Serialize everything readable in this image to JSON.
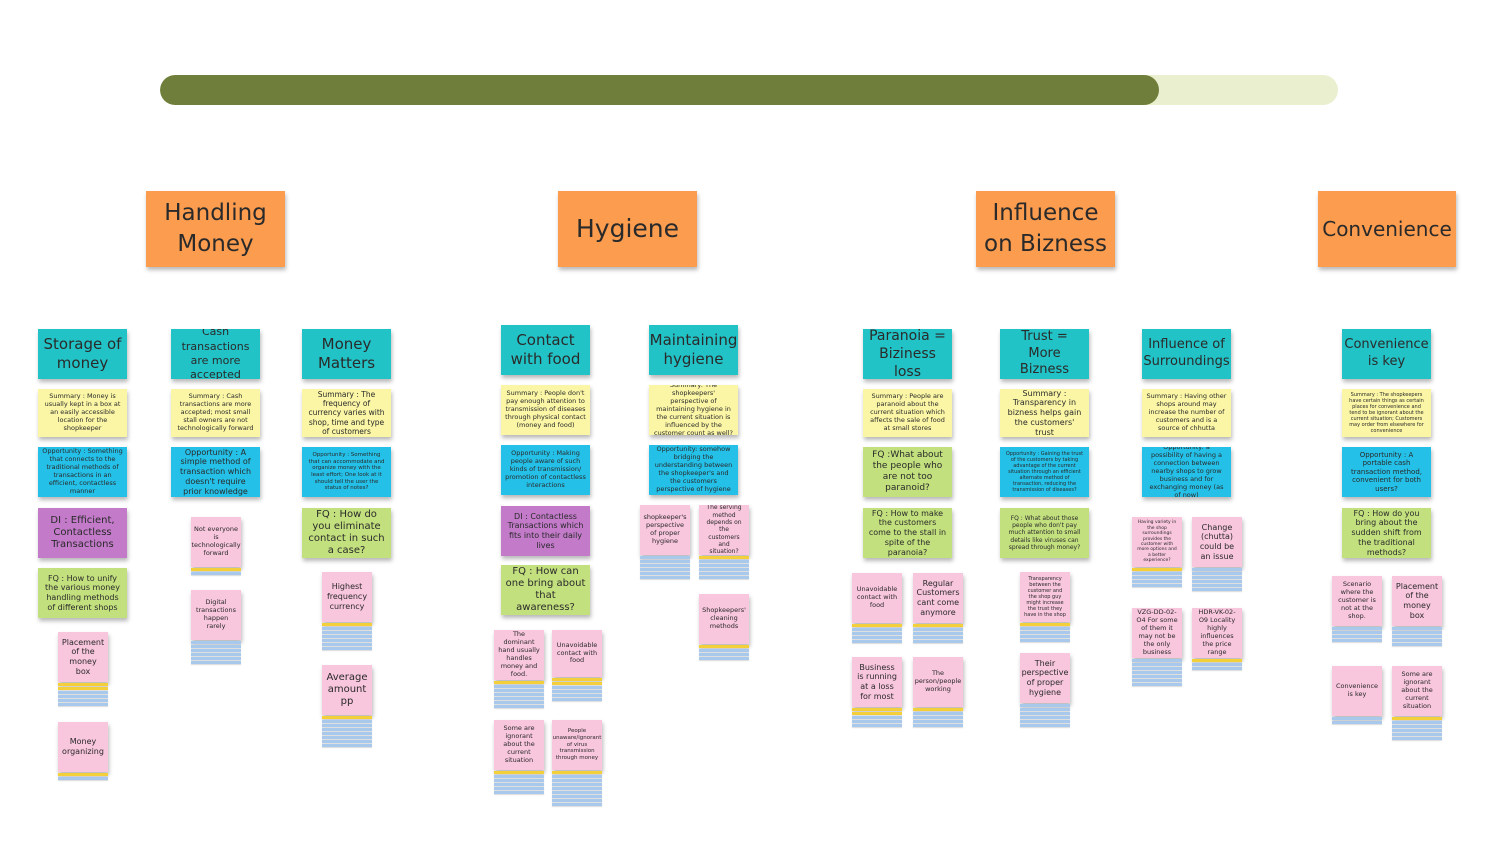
{
  "progress": {
    "fraction": 0.848
  },
  "colors": {
    "track": "#e9efcf",
    "fill": "#6f7f3b",
    "header": "#fb9c4f",
    "category": "#22c3c7",
    "summary": "#fbf6a6",
    "opportunity": "#24c0e8",
    "design_idea": "#c27ac9",
    "focus_question": "#c3e07e",
    "insight": "#f8c6dd",
    "stack_blue": "#a8c9ec",
    "stack_yellow": "#f3cf3c"
  },
  "headers": {
    "handling_money": "Handling Money",
    "hygiene": "Hygiene",
    "influence": "Influence on Bizness",
    "convenience": "Convenience"
  },
  "columns": {
    "storage": {
      "title": "Storage of money",
      "summary": "Summary : Money is usually kept in a box at an easily accessible location for the shopkeeper",
      "opportunity": "Opportunity : Something that connects to the traditional methods of transactions in an efficient, contactless manner",
      "di": "DI : Efficient, Contactless Transactions",
      "fq": "FQ : How to unify the various money handling methods of different shops",
      "notes": [
        "Placement of the money box",
        "Money organizing"
      ]
    },
    "cash": {
      "title": "Cash transactions are more accepted",
      "summary": "Summary : Cash transactions are more accepted; most small stall owners are not technologically forward",
      "opportunity": "Opportunity : A simple method of transaction which doesn't require prior knowledge",
      "notes": [
        "Not everyone is technologically forward",
        "Digital transactions happen rarely"
      ]
    },
    "money_matters": {
      "title": "Money Matters",
      "summary": "Summary : The frequency of currency varies with shop, time and type of customers",
      "opportunity": "Opportunity : Something that can accommodate and organize money with the least effort; One look at it should tell the user the status of notes?",
      "fq": "FQ : How do you eliminate contact in such a case?",
      "notes": [
        "Highest frequency currency",
        "Average amount pp"
      ]
    },
    "contact_food": {
      "title": "Contact with food",
      "summary": "Summary : People don't pay enough attention to transmission of diseases through physical contact (money and food)",
      "opportunity": "Opportunity : Making people aware of such kinds of transmission/ promotion of contactless interactions",
      "di": "DI : Contactless Transactions which fits into their daily lives",
      "fq": "FQ : How can one bring about that awareness?",
      "notes": [
        "The dominant hand usually handles money and food.",
        "Unavoidable contact with food",
        "Some are ignorant about the current situation",
        "People unaware/ignorant of virus transmission through money"
      ]
    },
    "maintaining": {
      "title": "Maintaining hygiene",
      "summary": "Summary: The shopkeepers' perspective of maintaining hygiene in the current situation is influenced by the customer count as well?",
      "opportunity": "Opportunity: somehow bridging the understanding between the shopkeeper's and the customers perspective of hygiene",
      "notes": [
        "shopkeeper's perspective of proper hygiene",
        "The serving method depends on the customers and situation?",
        "Shopkeepers' cleaning methods"
      ]
    },
    "paranoia": {
      "title": "Paranoia = Biziness loss",
      "summary": "Summary : People are paranoid about the current situation which affects the sale of food at small stores",
      "fq1": "FQ :What about the people who are not too paranoid?",
      "fq2": "FQ : How to make the customers come to the stall in spite of the paranoia?",
      "notes": [
        "Unavoidable contact with food",
        "Regular Customers cant come anymore",
        "Business is running at a loss for most",
        "The person/people working"
      ]
    },
    "trust": {
      "title": "Trust = More Bizness",
      "summary": "Summary : Transparency in bizness helps gain the customers' trust",
      "opportunity": "Opportunity : Gaining the trust of the customers by taking advantage of the current situation through an efficient alternate method of transaction, reducing the transmission of diseases?",
      "fq": "FQ : What about those people who don't pay much attention to small details like viruses can spread through money?",
      "notes": [
        "Transparency between the customer and the shop guy might increase the trust they have in the shop",
        "Their perspective of proper hygiene"
      ]
    },
    "surroundings": {
      "title": "Influence of Surroundings",
      "summary": "Summary : Having other shops around may increase the number of customers and is a source of chhutta",
      "opportunity": "Opportunity: a possibility of having a connection between nearby shops to grow business and for exchanging money (as of now)",
      "notes": [
        "Having variety in the shop surroundings provides the customer with more options and a better experience?",
        "Change (chutta) could be an issue",
        "VZG-DD-02-O4 For some of them it may not be the only business",
        "HDR-VK-02-O9 Locality highly influences the price range"
      ]
    },
    "convenience_key": {
      "title": "Convenience is key",
      "summary": "Summary : The shopkeepers have certain things as certain places for convenience and tend to be ignorant about the current situation; Customers may order from elsewhere for convenience",
      "opportunity": "Opportunity : A portable cash transaction method, convenient for both users?",
      "fq": "FQ : How do you bring about the sudden shift from the traditional methods?",
      "notes": [
        "Scenario where the customer is not at the shop.",
        "Placement of the money box",
        "Convenience is key",
        "Some are ignorant about the current situation"
      ]
    }
  }
}
